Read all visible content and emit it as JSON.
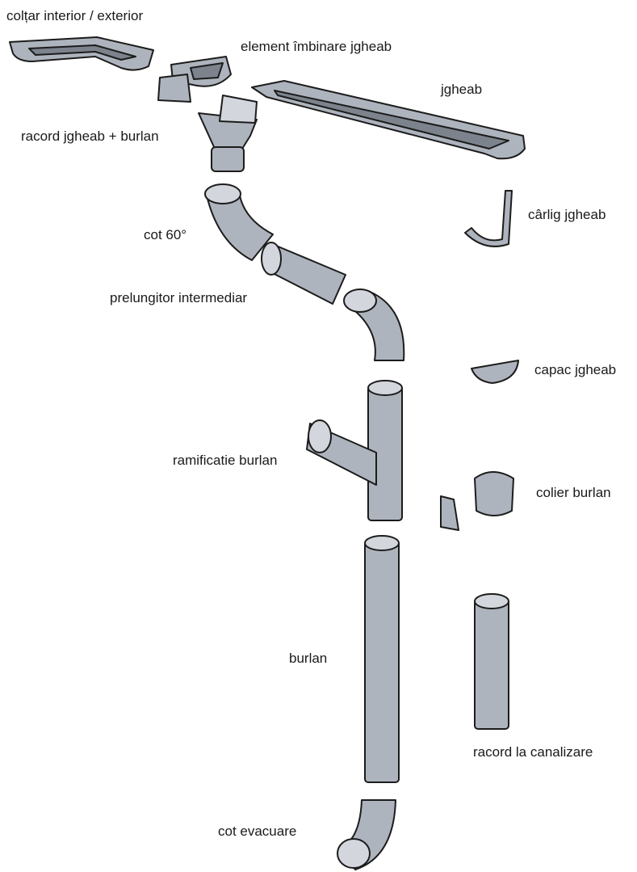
{
  "colors": {
    "metal": "#aeb4bd",
    "metal_dark": "#7c838d",
    "metal_light": "#d3d7dd",
    "outline": "#1c1c1c",
    "label_text": "#1a1a1a",
    "background": "#ffffff"
  },
  "labels": {
    "coltar": "colțar interior / exterior",
    "element_imbinare": "element îmbinare jgheab",
    "jgheab": "jgheab",
    "racord_jgheab_burlan": "racord jgheab + burlan",
    "carlig": "cârlig jgheab",
    "cot60": "cot 60°",
    "prelungitor": "prelungitor intermediar",
    "capac": "capac jgheab",
    "ramificatie": "ramificatie burlan",
    "colier": "colier burlan",
    "burlan": "burlan",
    "racord_canalizare": "racord la canalizare",
    "cot_evacuare": "cot evacuare"
  }
}
